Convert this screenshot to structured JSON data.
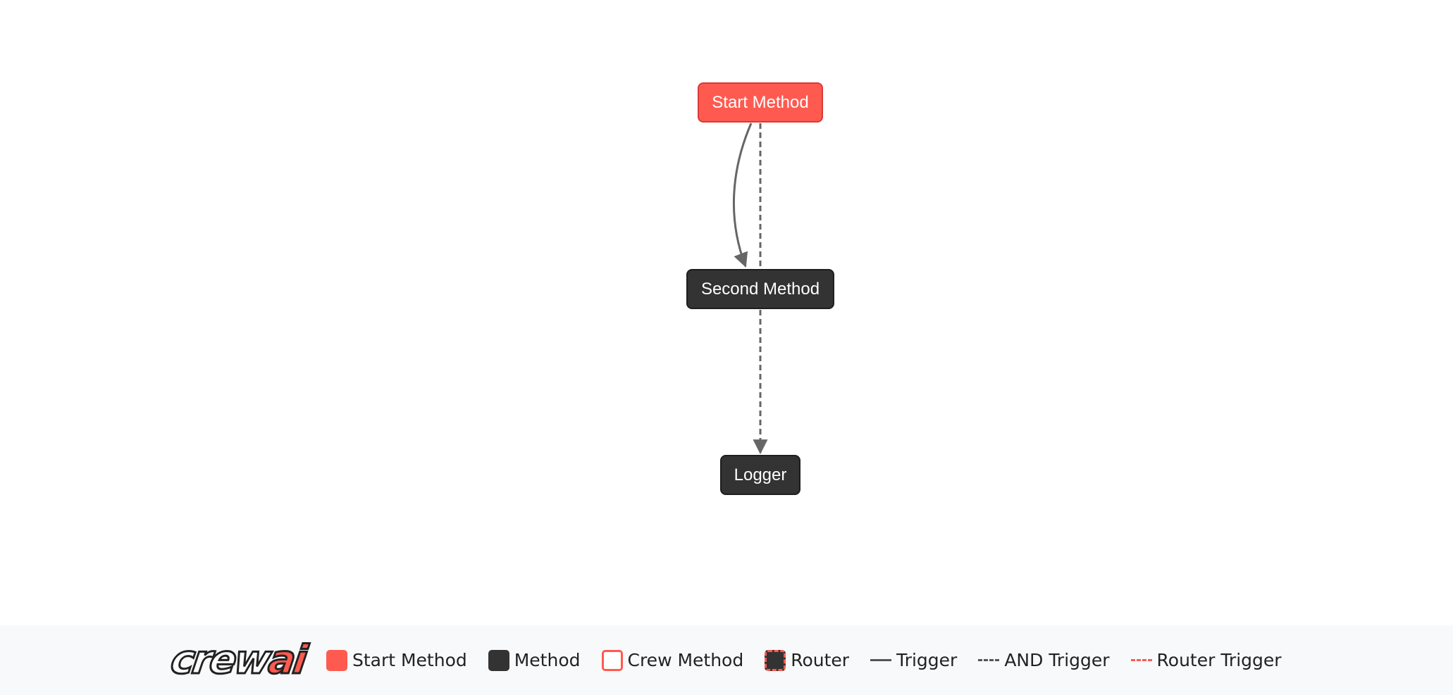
{
  "nodes": [
    {
      "id": "start",
      "label": "Start Method",
      "kind": "start"
    },
    {
      "id": "second",
      "label": "Second Method",
      "kind": "method"
    },
    {
      "id": "logger",
      "label": "Logger",
      "kind": "method"
    }
  ],
  "edges": [
    {
      "from": "start",
      "to": "second",
      "style": "solid",
      "label": "Trigger"
    },
    {
      "from": "start",
      "to": "second",
      "style": "dashed",
      "label": "AND Trigger"
    },
    {
      "from": "second",
      "to": "logger",
      "style": "dashed",
      "label": "AND Trigger"
    }
  ],
  "legend": {
    "logo_part1": "crew",
    "logo_part2": "ai",
    "items": [
      {
        "label": "Start Method",
        "type": "start-swatch"
      },
      {
        "label": "Method",
        "type": "method-swatch"
      },
      {
        "label": "Crew Method",
        "type": "crew-swatch"
      },
      {
        "label": "Router",
        "type": "router-swatch"
      },
      {
        "label": "Trigger",
        "type": "trigger-line"
      },
      {
        "label": "AND Trigger",
        "type": "and-trigger-line"
      },
      {
        "label": "Router Trigger",
        "type": "router-trigger-line"
      }
    ]
  },
  "colors": {
    "start_fill": "#ff5a50",
    "method_fill": "#333333",
    "edge": "#666666",
    "router_accent": "#ff5a50",
    "legend_background": "#f8f9fa"
  }
}
